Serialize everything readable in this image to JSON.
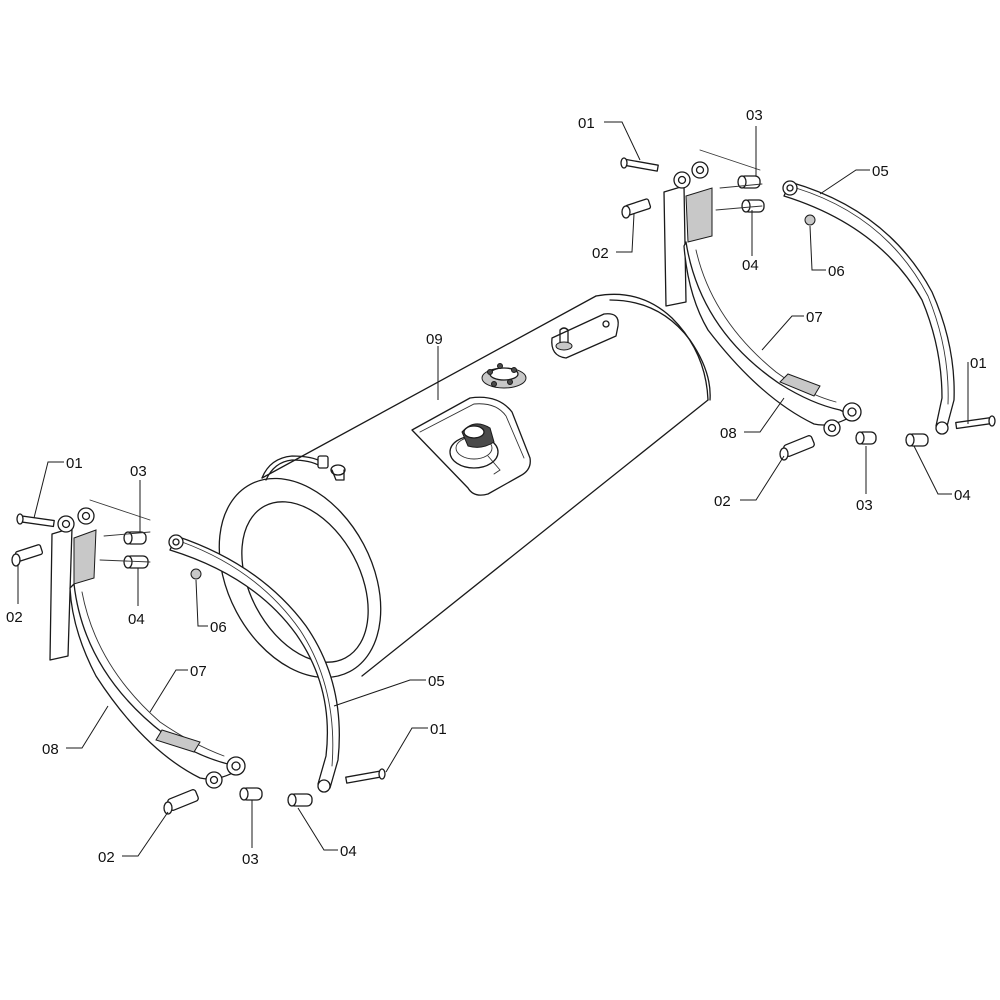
{
  "labels": {
    "l01_tr": "01",
    "l03_tr": "03",
    "l05_tr": "05",
    "l02_tr": "02",
    "l04_tr": "04",
    "l06_tr": "06",
    "l07_r": "07",
    "l08_r": "08",
    "l01_r": "01",
    "l02_r": "02",
    "l03_r": "03",
    "l04_r": "04",
    "l09": "09",
    "l01_l": "01",
    "l03_l": "03",
    "l02_l": "02",
    "l04_l": "04",
    "l06_l": "06",
    "l07_l": "07",
    "l08_l": "08",
    "l05_b": "05",
    "l01_b": "01",
    "l02_b": "02",
    "l03_b": "03",
    "l04_b": "04"
  },
  "colors": {
    "line": "#1a1a1a",
    "shade": "#c8c8c8",
    "background": "#ffffff"
  }
}
